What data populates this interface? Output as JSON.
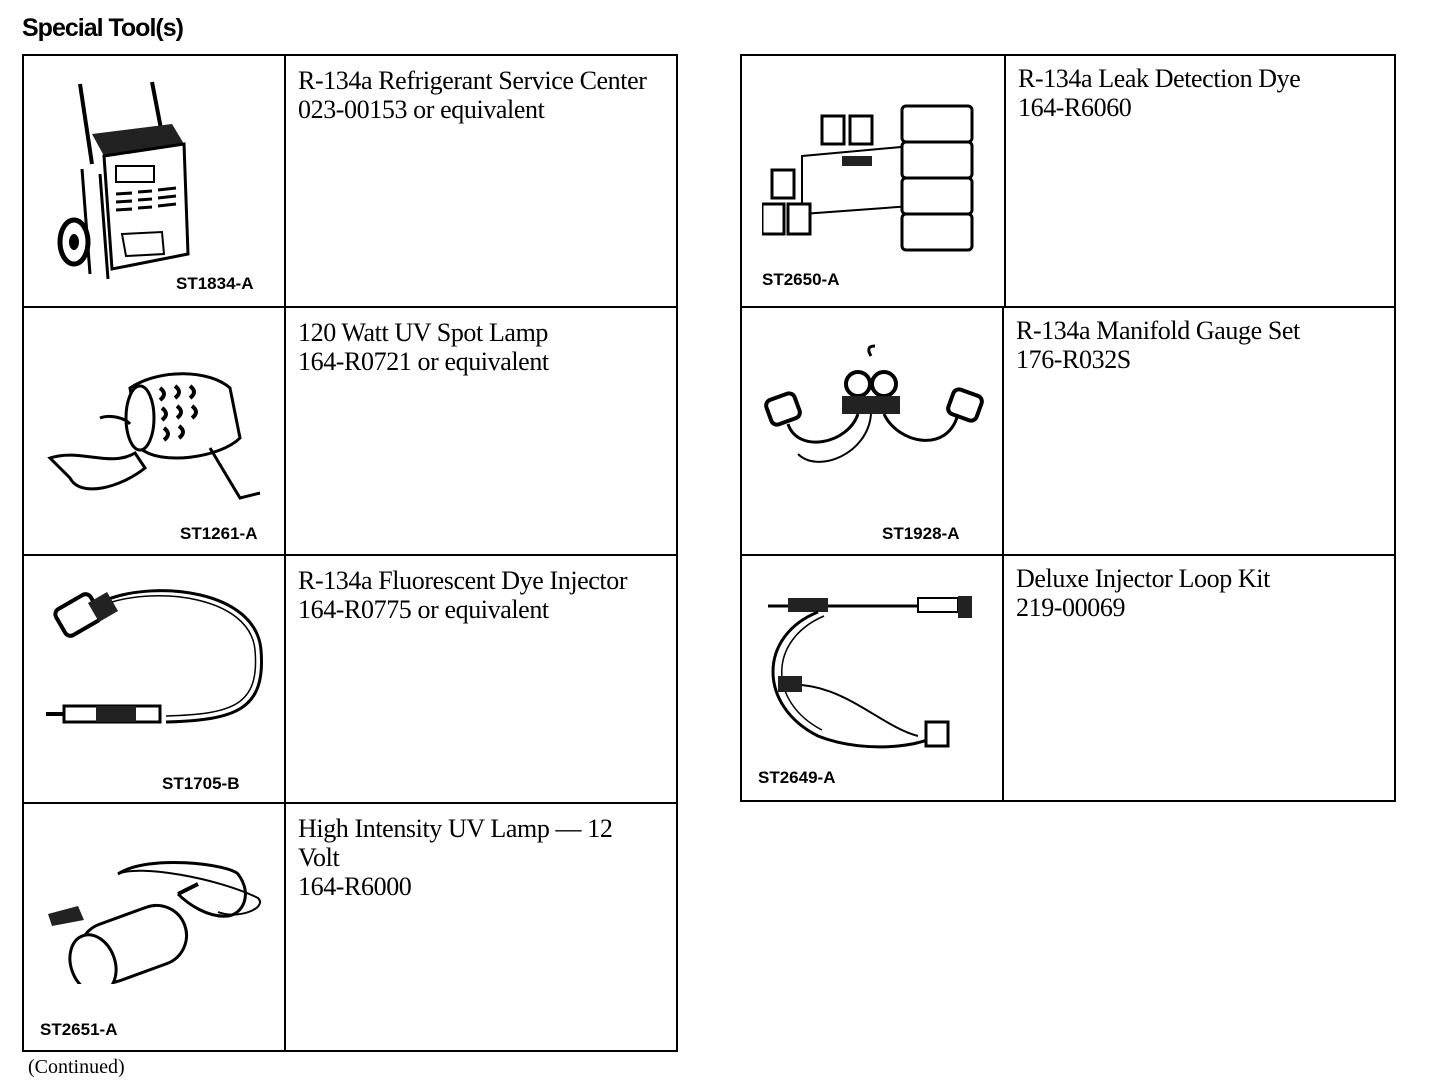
{
  "page": {
    "heading": "Special Tool(s)",
    "footer": "(Continued)"
  },
  "left_table": [
    {
      "code": "ST1834-A",
      "line1": "R-134a Refrigerant Service Center",
      "line2": "023-00153 or equivalent"
    },
    {
      "code": "ST1261-A",
      "line1": "120 Watt UV Spot Lamp",
      "line2": "164-R0721 or equivalent"
    },
    {
      "code": "ST1705-B",
      "line1": "R-134a Fluorescent Dye Injector",
      "line2": "164-R0775 or equivalent"
    },
    {
      "code": "ST2651-A",
      "line1": "High Intensity UV Lamp — 12 Volt",
      "line2": "164-R6000"
    }
  ],
  "right_table": [
    {
      "code": "ST2650-A",
      "line1": "R-134a Leak Detection Dye",
      "line2": "164-R6060"
    },
    {
      "code": "ST1928-A",
      "line1": "R-134a Manifold Gauge Set",
      "line2": "176-R032S"
    },
    {
      "code": "ST2649-A",
      "line1": "Deluxe Injector Loop Kit",
      "line2": "219-00069"
    }
  ],
  "icons": [
    "service-center-illustration",
    "spot-lamp-illustration",
    "dye-injector-illustration",
    "uv-lamp-illustration",
    "dye-kit-illustration",
    "gauge-set-illustration",
    "injector-loop-illustration"
  ]
}
